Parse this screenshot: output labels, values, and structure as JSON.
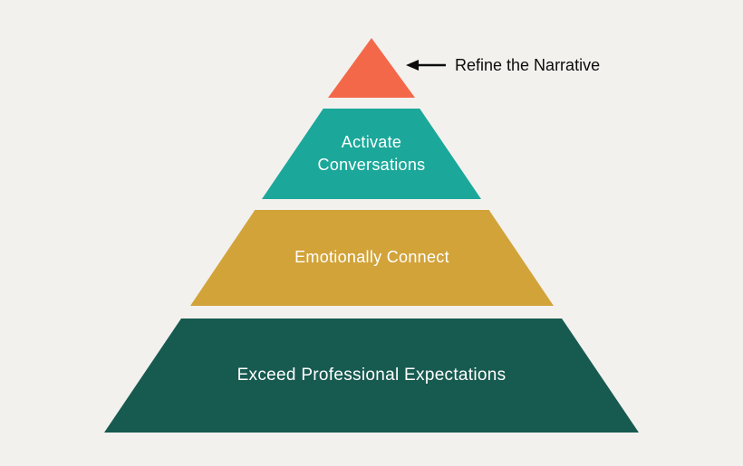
{
  "background": "#f2f1ee",
  "annotation": {
    "label": "Refine the Narrative"
  },
  "pyramid": {
    "levels": [
      {
        "label": "",
        "color": "#f4684a"
      },
      {
        "label": "Activate\nConversations",
        "color": "#1ba89a"
      },
      {
        "label": "Emotionally Connect",
        "color": "#d2a339"
      },
      {
        "label": "Exceed Professional Expectations",
        "color": "#175a50"
      }
    ]
  }
}
